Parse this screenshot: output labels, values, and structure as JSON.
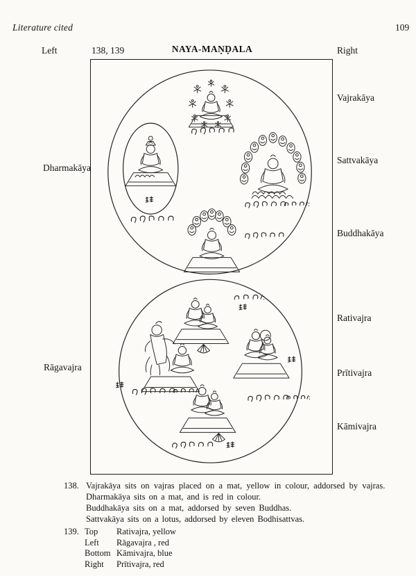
{
  "running_header": {
    "left_text": "Literature cited",
    "page_number": "109"
  },
  "figure_header": {
    "left_label": "Left",
    "figure_numbers": "138, 139",
    "title": "NAYA-MAṆḌALA",
    "right_label": "Right"
  },
  "diagram": {
    "left_labels": [
      "Dharmakāya",
      "Rāgavajra"
    ],
    "right_labels": [
      "Vajrakāya",
      "Sattvakāya",
      "Buddhakāya",
      "Rativajra",
      "Prītivajra",
      "Kāmivajra"
    ],
    "accent_colors": {
      "ink": "#2b2b2b",
      "paper": "#fbfaf6"
    }
  },
  "captions": {
    "entry_138": {
      "number": "138.",
      "lines": [
        "Vajrakāya sits on vajras placed on a mat, yellow in colour, addorsed by vajras.",
        "Dharmakāya sits on a mat, and is red in colour.",
        "Buddhakāya sits on a mat, addorsed by seven Buddhas.",
        "Sattvakāya sits on a lotus, addorsed by eleven Bodhisattvas."
      ]
    },
    "entry_139": {
      "number": "139.",
      "rows": [
        {
          "position": "Top",
          "value": "Rativajra, yellow"
        },
        {
          "position": "Left",
          "value": "Rāgavajra , red"
        },
        {
          "position": "Bottom",
          "value": "Kāmivajra, blue"
        },
        {
          "position": "Right",
          "value": "Prītivajra, red"
        }
      ]
    }
  }
}
